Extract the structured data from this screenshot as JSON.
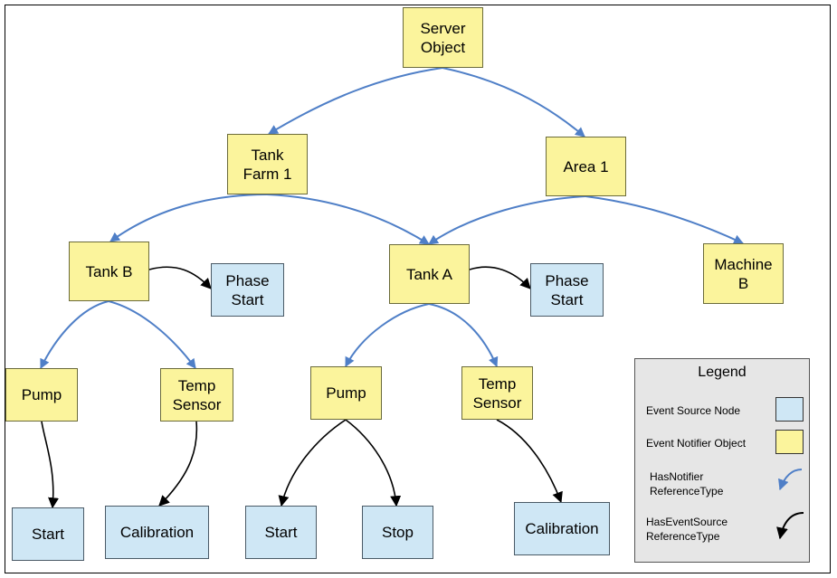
{
  "colors": {
    "notifier_fill": "#fbf49c",
    "source_fill": "#cfe7f5",
    "has_notifier_arrow": "#4f7fc7",
    "has_event_source_arrow": "#000000",
    "legend_background": "#e6e6e6"
  },
  "nodes": {
    "server": "Server\nObject",
    "tank_farm": "Tank\nFarm 1",
    "area": "Area 1",
    "tank_b": "Tank B",
    "tank_b_phase": "Phase\nStart",
    "tank_a": "Tank A",
    "tank_a_phase": "Phase\nStart",
    "machine_b": "Machine\nB",
    "pump_b": "Pump",
    "temp_b": "Temp\nSensor",
    "pump_a": "Pump",
    "temp_a": "Temp\nSensor",
    "start_b": "Start",
    "calib_b": "Calibration",
    "start_a": "Start",
    "stop_a": "Stop",
    "calib_a": "Calibration"
  },
  "edges": [
    {
      "from": "server",
      "to": "tank_farm",
      "type": "HasNotifier"
    },
    {
      "from": "server",
      "to": "area",
      "type": "HasNotifier"
    },
    {
      "from": "tank_farm",
      "to": "tank_b",
      "type": "HasNotifier"
    },
    {
      "from": "tank_farm",
      "to": "tank_a",
      "type": "HasNotifier"
    },
    {
      "from": "area",
      "to": "tank_a",
      "type": "HasNotifier"
    },
    {
      "from": "area",
      "to": "machine_b",
      "type": "HasNotifier"
    },
    {
      "from": "tank_b",
      "to": "pump_b",
      "type": "HasNotifier"
    },
    {
      "from": "tank_b",
      "to": "temp_b",
      "type": "HasNotifier"
    },
    {
      "from": "tank_a",
      "to": "pump_a",
      "type": "HasNotifier"
    },
    {
      "from": "tank_a",
      "to": "temp_a",
      "type": "HasNotifier"
    },
    {
      "from": "tank_b",
      "to": "tank_b_phase",
      "type": "HasEventSource"
    },
    {
      "from": "tank_a",
      "to": "tank_a_phase",
      "type": "HasEventSource"
    },
    {
      "from": "pump_b",
      "to": "start_b",
      "type": "HasEventSource"
    },
    {
      "from": "temp_b",
      "to": "calib_b",
      "type": "HasEventSource"
    },
    {
      "from": "pump_a",
      "to": "start_a",
      "type": "HasEventSource"
    },
    {
      "from": "pump_a",
      "to": "stop_a",
      "type": "HasEventSource"
    },
    {
      "from": "temp_a",
      "to": "calib_a",
      "type": "HasEventSource"
    }
  ],
  "legend": {
    "title": "Legend",
    "event_source_node": "Event Source Node",
    "event_notifier_object": "Event Notifier Object",
    "has_notifier": "HasNotifier\nReferenceType",
    "has_event_source": "HasEventSource\nReferenceType"
  }
}
